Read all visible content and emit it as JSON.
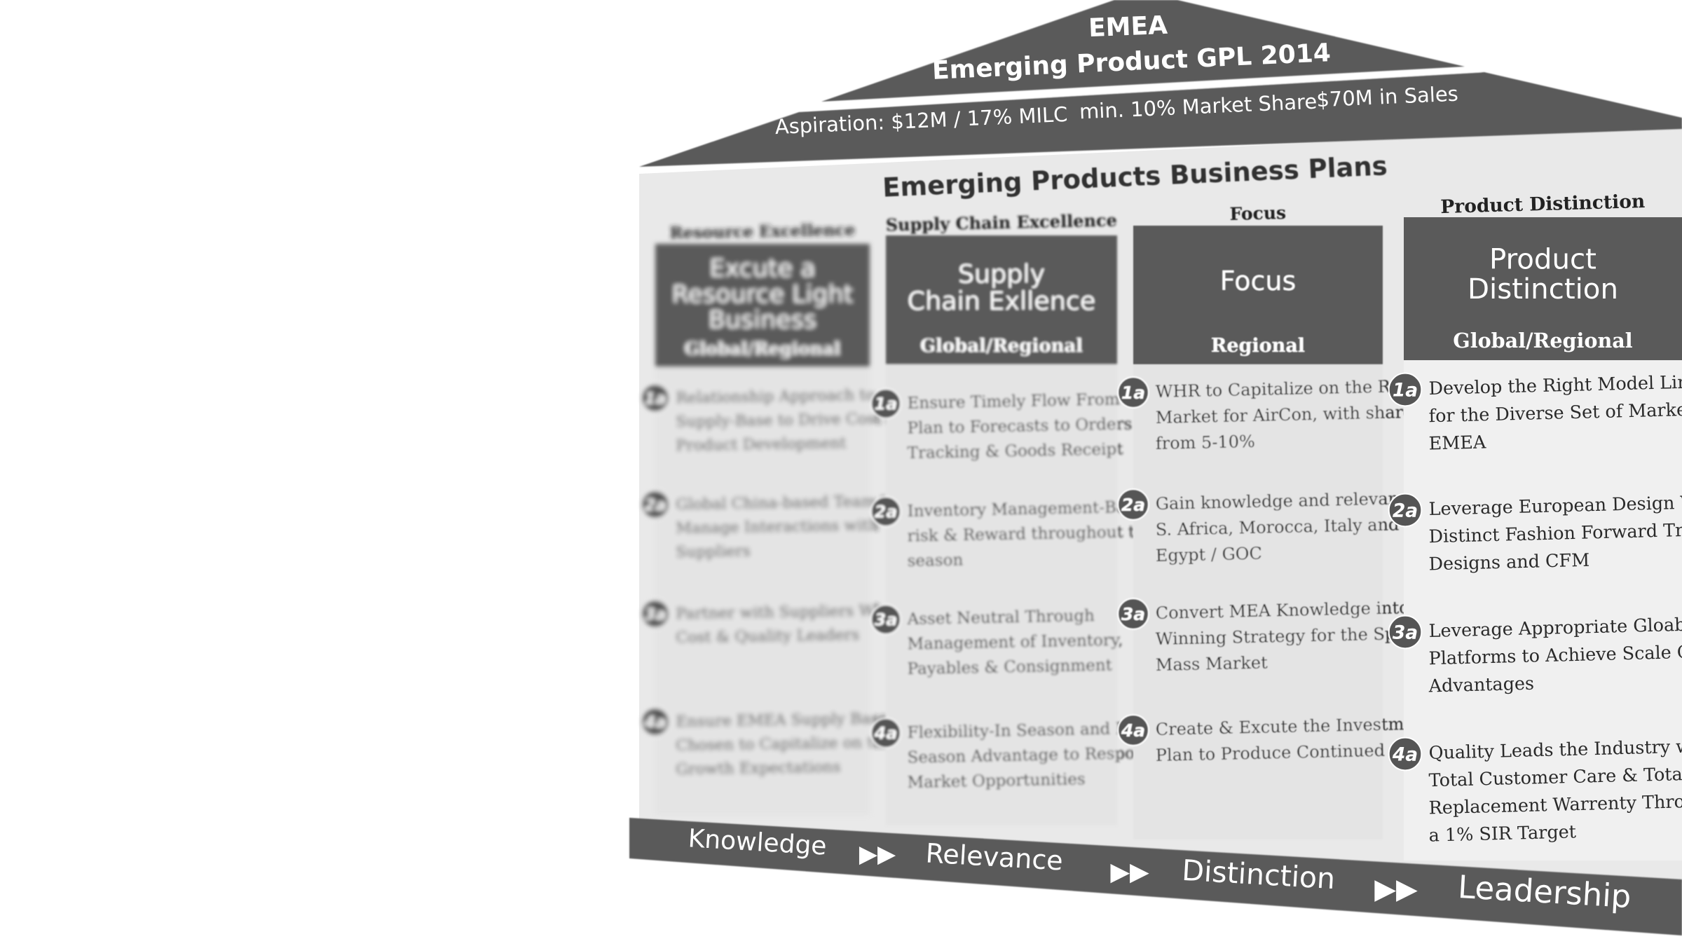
{
  "roof": {
    "line1": "EMEA",
    "line2": "Emerging Product GPL 2014"
  },
  "aspiration": {
    "items": [
      "Aspiration: $12M / 17% MILC",
      "min. 10% Market Share",
      "$70M in Sales"
    ]
  },
  "heading": "Emerging Products Business Plans",
  "columns": [
    {
      "label": "Resource Excellence",
      "title": [
        "Excute a",
        "Resource Light",
        "Business"
      ],
      "scope": "Global/Regional",
      "items": [
        {
          "badge": "1a",
          "lines": [
            "Relationship Approach to",
            "Supply-Base to Drive Cost &",
            "Product Development"
          ]
        },
        {
          "badge": "2a",
          "lines": [
            "Global China-based Team to",
            "Manage Interactions with",
            "Suppliers"
          ]
        },
        {
          "badge": "3a",
          "lines": [
            "Partner with Suppliers Who Are",
            "Cost & Quality Leaders"
          ]
        },
        {
          "badge": "4a",
          "lines": [
            "Ensure EMEA Supply Base is",
            "Chosen to Capitalize on the MEA",
            "Growth Expectations"
          ]
        }
      ]
    },
    {
      "label": "Supply Chain Excellence",
      "title": [
        "Supply",
        "Chain Exllence"
      ],
      "scope": "Global/Regional",
      "items": [
        {
          "badge": "1a",
          "lines": [
            "Ensure Timely Flow From Profit",
            "Plan to Forecasts to Orders to",
            "Tracking & Goods Receipt"
          ]
        },
        {
          "badge": "2a",
          "lines": [
            "Inventory Management-Balance",
            "risk & Reward throughout the",
            "season"
          ]
        },
        {
          "badge": "3a",
          "lines": [
            "Asset Neutral Through",
            "Management of Inventory,",
            "Payables & Consignment"
          ]
        },
        {
          "badge": "4a",
          "lines": [
            "Flexibility-In Season and Later",
            "Season Advantage to Respond to",
            "Market Opportunities"
          ]
        }
      ]
    },
    {
      "label": "Focus",
      "title": [
        "Focus"
      ],
      "scope": "Regional",
      "items": [
        {
          "badge": "1a",
          "lines": [
            "WHR to Capitalize on the Retail",
            "Market for AirCon, with shares",
            "from 5-10%"
          ]
        },
        {
          "badge": "2a",
          "lines": [
            "Gain knowledge and relevance in",
            "S. Africa, Morocca, Italy and",
            "Egypt / GOC"
          ]
        },
        {
          "badge": "3a",
          "lines": [
            "Convert MEA Knowledge into a",
            "Winning Strategy for the Split",
            "Mass Market"
          ]
        },
        {
          "badge": "4a",
          "lines": [
            "Create & Excute the Investment",
            "Plan to Produce Continued Sucess"
          ]
        }
      ]
    },
    {
      "label": "Product Distinction",
      "title": [
        "Product",
        "Distinction"
      ],
      "scope": "Global/Regional",
      "items": [
        {
          "badge": "1a",
          "lines": [
            "Develop the Right Model Lineup",
            "for the Diverse Set of Markets in",
            "EMEA"
          ]
        },
        {
          "badge": "2a",
          "lines": [
            "Leverage European Design VBL for",
            "Distinct Fashion Forward Trendy",
            "Designs and CFM"
          ]
        },
        {
          "badge": "3a",
          "lines": [
            "Leverage Appropriate Gloable",
            "Platforms to Achieve Scale Cost",
            "Advantages"
          ]
        },
        {
          "badge": "4a",
          "lines": [
            "Quality Leads the Industry with",
            "Total Customer Care & Total",
            "Replacement Warrenty Throught",
            "a 1% SIR Target"
          ]
        }
      ]
    }
  ],
  "foundation": {
    "steps": [
      "Knowledge",
      "Relevance",
      "Distinction",
      "Leadership"
    ],
    "arrow_glyph": "▶▶"
  },
  "colors": {
    "dark": "#5a5a5a",
    "panel": "#e6e6e6",
    "panel_light": "#efefef",
    "badge": "#555555"
  }
}
